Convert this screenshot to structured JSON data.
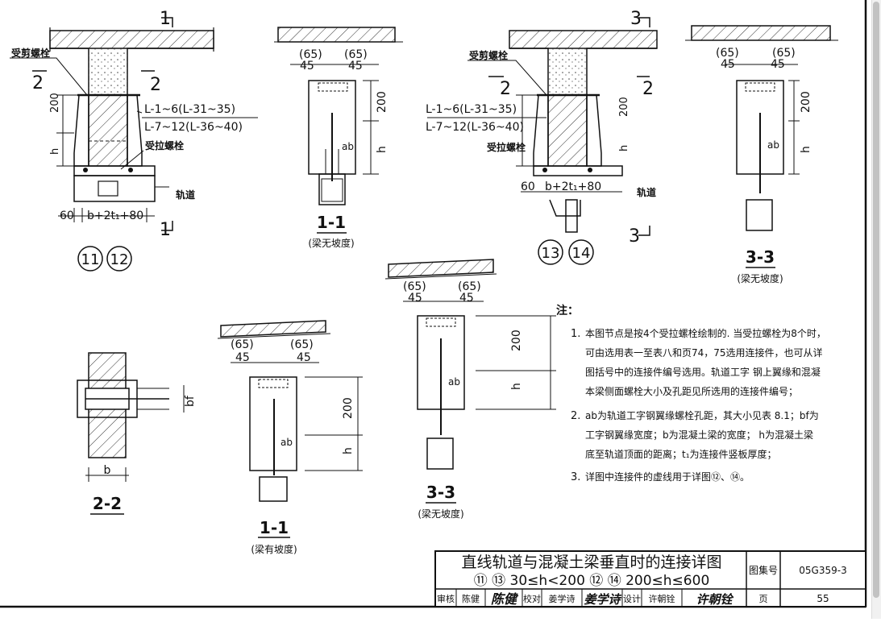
{
  "details": {
    "d11_12": {
      "label_a": "11",
      "label_b": "12",
      "shear_bolt": "受剪螺栓",
      "tension_bolt": "受拉螺栓",
      "rail": "轨道",
      "cut_2": "2",
      "cut_1": "1",
      "part_a": "L-1~6(L-31~35)",
      "part_b": "L-7~12(L-36~40)",
      "dim_200": "200",
      "dim_h": "h",
      "dim_60": "60",
      "dim_width": "b+2t₁+80"
    },
    "d13_14": {
      "label_a": "13",
      "label_b": "14",
      "shear_bolt": "受剪螺栓",
      "tension_bolt": "受拉螺栓",
      "rail": "轨道",
      "cut_2": "2",
      "cut_3": "3",
      "part_a": "L-1~6(L-31~35)",
      "part_b": "L-7~12(L-36~40)",
      "dim_200": "200",
      "dim_h": "h",
      "dim_60": "60",
      "dim_width": "b+2t₁+80"
    },
    "sec1_flat": {
      "title": "1-1",
      "subtitle": "(梁无坡度)",
      "dim_65a": "(65)",
      "dim_65b": "(65)",
      "dim_45a": "45",
      "dim_45b": "45",
      "dim_200": "200",
      "dim_h": "h",
      "ab": "ab"
    },
    "sec3_flat_top": {
      "title": "3-3",
      "subtitle": "(梁无坡度)",
      "dim_65a": "(65)",
      "dim_65b": "(65)",
      "dim_45a": "45",
      "dim_45b": "45",
      "dim_200": "200",
      "dim_h": "h",
      "ab": "ab"
    },
    "sec3_mid": {
      "title": "3-3",
      "subtitle": "(梁无坡度)",
      "dim_65a": "(65)",
      "dim_65b": "(65)",
      "dim_45a": "45",
      "dim_45b": "45",
      "dim_200": "200",
      "dim_h": "h",
      "ab": "ab"
    },
    "sec1_slope": {
      "title": "1-1",
      "subtitle": "(梁有坡度)",
      "dim_65a": "(65)",
      "dim_65b": "(65)",
      "dim_45a": "45",
      "dim_45b": "45",
      "dim_200": "200",
      "dim_h": "h",
      "ab": "ab"
    },
    "sec2": {
      "title": "2-2",
      "dim_b": "b",
      "dim_bf": "bf"
    }
  },
  "notes": {
    "heading": "注：",
    "items": [
      {
        "num": "1.",
        "lines": [
          "本图节点是按4个受拉螺栓绘制的. 当受拉螺栓为8个时，",
          "可由选用表一至表八和页74，75选用连接件，也可从详",
          "图括号中的连接件编号选用。轨道工字 钢上翼缘和混凝",
          "本梁侧面螺栓大小及孔距见所选用的连接件编号；"
        ]
      },
      {
        "num": "2.",
        "lines": [
          "ab为轨道工字钢翼缘螺栓孔距，其大小见表 8.1；bf为",
          "工字钢翼缘宽度；b为混凝土梁的宽度； h为混凝土梁",
          "底至轨道顶面的距离；t₁为连接件竖板厚度；"
        ]
      },
      {
        "num": "3.",
        "lines": [
          "详图中连接件的虚线用于详图⑫、⑭。"
        ]
      }
    ]
  },
  "title_block": {
    "title_line1": "直线轨道与混凝土梁垂直时的连接详图",
    "title_line2": "⑪ ⑬ 30≤h<200 ⑫ ⑭ 200≤h≤600",
    "atlas_label": "图集号",
    "atlas_no": "05G359-3",
    "review_label": "审核",
    "review_name": "陈健",
    "review_sig": "陈健",
    "check_label": "校对",
    "check_name": "姜学诗",
    "check_sig": "姜学诗",
    "design_label": "设计",
    "design_name": "许朝铨",
    "design_sig": "许朝铨",
    "page_label": "页",
    "page_no": "55"
  }
}
